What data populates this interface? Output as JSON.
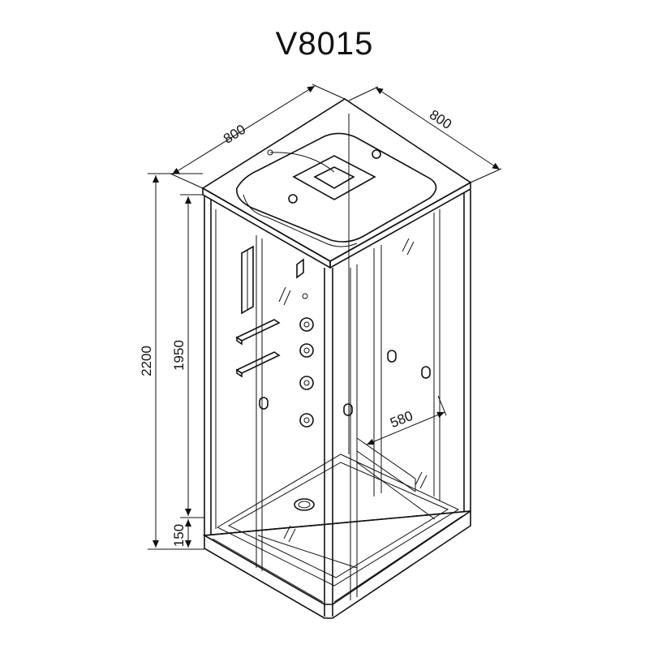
{
  "title": "V8015",
  "dimensions": {
    "width_left": "800",
    "width_right": "800",
    "total_height": "2200",
    "cabin_height": "1950",
    "tray_height": "150",
    "door_opening": "580"
  },
  "colors": {
    "line": "#111111",
    "background": "#ffffff"
  }
}
